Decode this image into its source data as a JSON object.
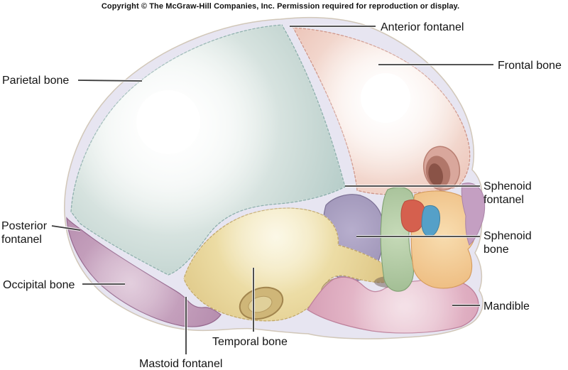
{
  "figure": {
    "copyright": "Copyright © The McGraw-Hill Companies, Inc. Permission required for reproduction or display."
  },
  "labels": {
    "anterior_fontanel": "Anterior fontanel",
    "frontal_bone": "Frontal bone",
    "parietal_bone": "Parietal bone",
    "sphenoid_fontanel_line1": "Sphenoid",
    "sphenoid_fontanel_line2": "fontanel",
    "sphenoid_bone_line1": "Sphenoid",
    "sphenoid_bone_line2": "bone",
    "posterior_fontanel_line1": "Posterior",
    "posterior_fontanel_line2": "fontanel",
    "occipital_bone": "Occipital bone",
    "mandible": "Mandible",
    "temporal_bone": "Temporal bone",
    "mastoid_fontanel": "Mastoid fontanel"
  },
  "colors": {
    "background": "#ffffff",
    "membrane": "#e7e5f1",
    "parietal": "#a2c1bd",
    "frontal": "#dda093",
    "occipital": "#a77ba0",
    "temporal": "#d9bf7b",
    "sphenoid_wing": "#8d82a8",
    "green_facial_bone": "#92b184",
    "orange_facial_bone": "#e9ad6a",
    "red_facial_bone": "#d5604e",
    "blue_facial_bone": "#55a0c8",
    "face_mauve": "#c49fc2",
    "mandible": "#cf93ac",
    "leader_line": "#3c3c3c",
    "text": "#141414"
  }
}
